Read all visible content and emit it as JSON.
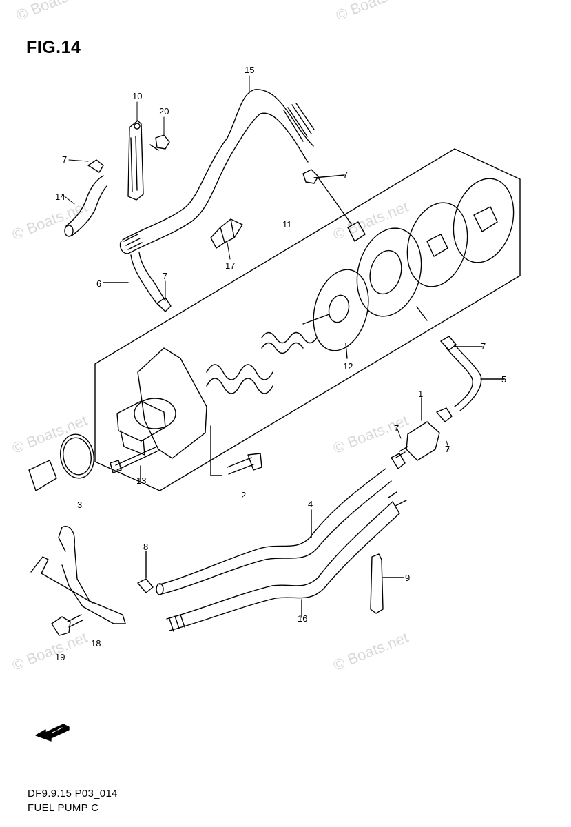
{
  "figure": {
    "title": "FIG.14",
    "code": "DF9.9.15 P03_014",
    "caption": "FUEL PUMP C"
  },
  "watermarks": [
    "© Boats.net",
    "© Boats.net",
    "© Boats.net",
    "© Boats.net",
    "© Boats.net",
    "© Boats.net",
    "© Boats.net",
    "© Boats.net"
  ],
  "callouts": {
    "c15": "15",
    "c10": "10",
    "c20": "20",
    "c7a": "7",
    "c14": "14",
    "c7b": "7",
    "c11": "11",
    "c17": "17",
    "c6": "6",
    "c7c": "7",
    "c12": "12",
    "c7d": "7",
    "c5": "5",
    "c1": "1",
    "c7e": "7",
    "c7f": "7",
    "c13": "13",
    "c2": "2",
    "c3": "3",
    "c4": "4",
    "c8": "8",
    "c9": "9",
    "c16": "16",
    "c18": "18",
    "c19": "19"
  },
  "icons": {
    "front_arrow": "front-arrow-icon"
  }
}
